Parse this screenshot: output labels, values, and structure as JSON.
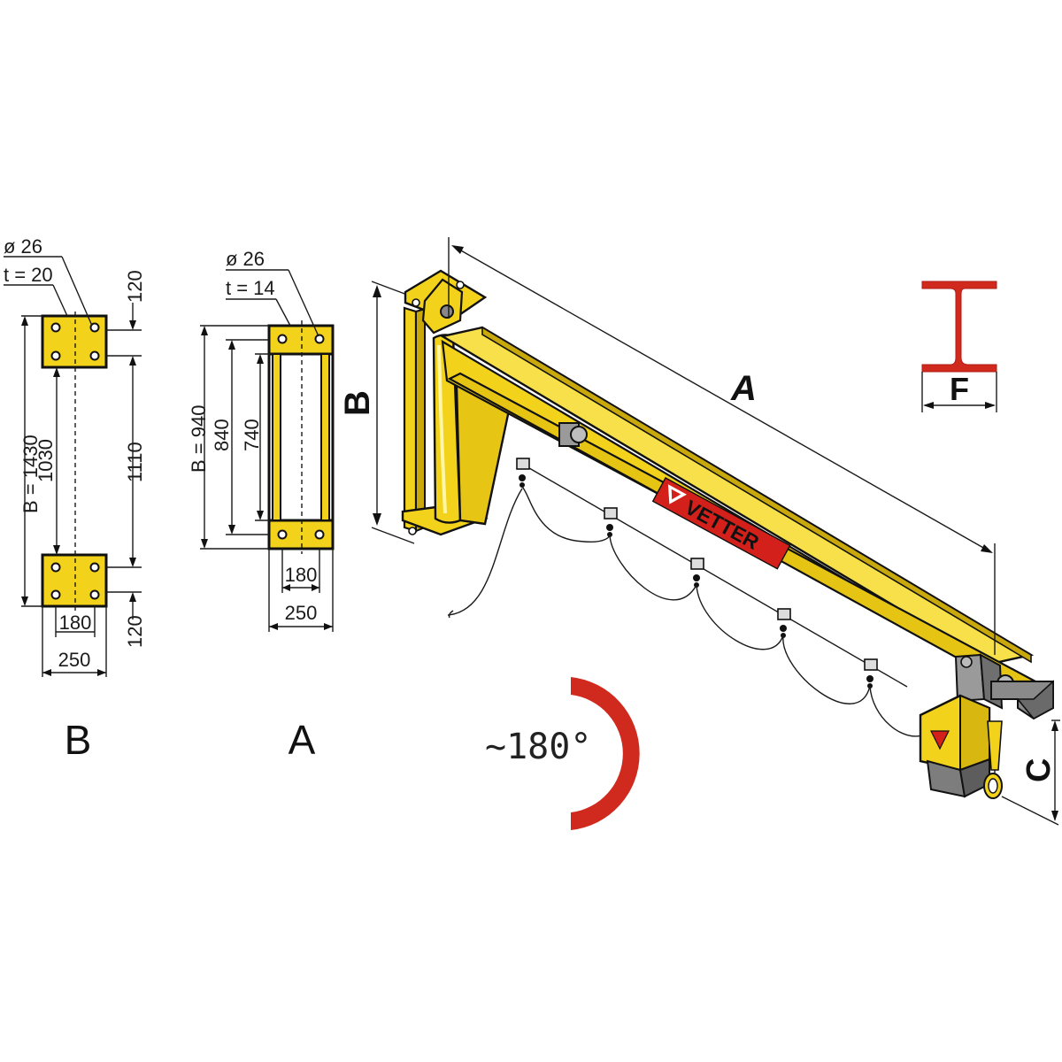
{
  "plate_b": {
    "diameter": "ø 26",
    "thickness": "t = 20",
    "height_label": "B = 1430",
    "inner_gap": "1030",
    "outer_span": "1110",
    "edge_top": "120",
    "edge_bottom": "120",
    "hole_spacing": "180",
    "width": "250",
    "caption": "B"
  },
  "plate_a": {
    "diameter": "ø 26",
    "thickness": "t = 14",
    "height_label": "B = 940",
    "dim_840": "840",
    "dim_740": "740",
    "hole_spacing": "180",
    "width": "250",
    "caption": "A"
  },
  "crane": {
    "jib_length_label": "A",
    "height_label": "B",
    "hook_height_label": "C",
    "brand": "VETTER",
    "beam_width_label": "F",
    "rotation": "~180°"
  },
  "colors": {
    "steel_yellow": "#f2d21a",
    "steel_yellow_dark": "#c9a80c",
    "arc_red": "#d02a1e",
    "brand_red": "#d4201a",
    "hoist_grey": "#8a8a8a"
  }
}
